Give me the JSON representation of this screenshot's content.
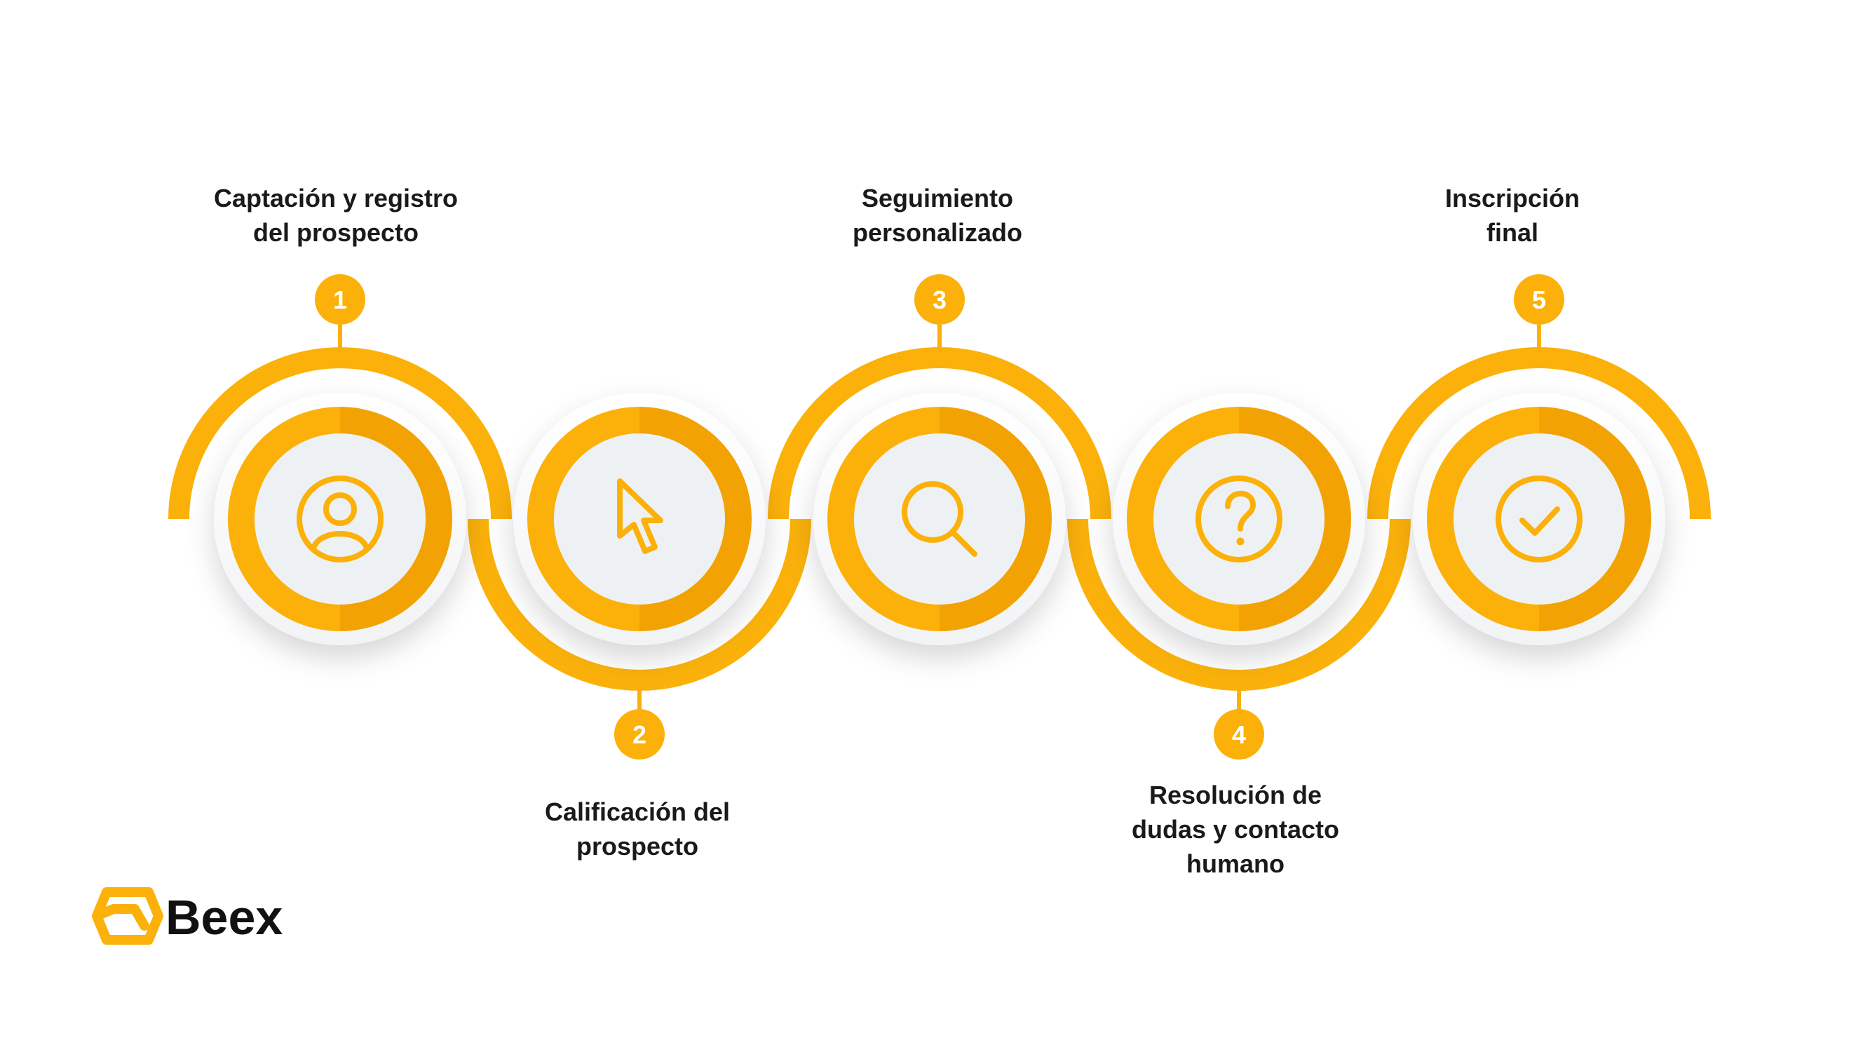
{
  "brand": {
    "name": "Beex",
    "logo_icon": "hexagon-box-icon"
  },
  "colors": {
    "accent": "#FBB10A",
    "accent_dark": "#F0A000",
    "disc": "#EEF1F4",
    "text": "#1a1a1a"
  },
  "steps": [
    {
      "number": "1",
      "lines": [
        "Captación y registro",
        "del prospecto"
      ],
      "icon": "user-icon"
    },
    {
      "number": "2",
      "lines": [
        "Calificación del",
        "prospecto"
      ],
      "icon": "cursor-pointer-icon"
    },
    {
      "number": "3",
      "lines": [
        "Seguimiento",
        "personalizado"
      ],
      "icon": "search-icon"
    },
    {
      "number": "4",
      "lines": [
        "Resolución de",
        "dudas y contacto",
        "humano"
      ],
      "icon": "question-icon"
    },
    {
      "number": "5",
      "lines": [
        "Inscripción",
        "final"
      ],
      "icon": "check-circle-icon"
    }
  ]
}
